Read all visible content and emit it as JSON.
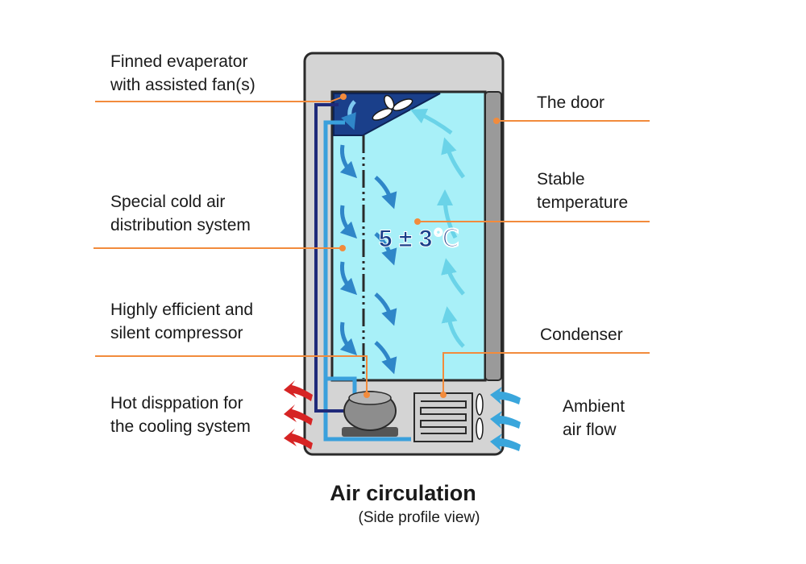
{
  "labels": {
    "evaporator": [
      "Finned evaperator",
      "with assisted fan(s)"
    ],
    "distribution": [
      "Special cold air",
      "distribution system"
    ],
    "compressor": [
      "Highly efficient and",
      "silent compressor"
    ],
    "hot": [
      "Hot disppation for",
      "the cooling system"
    ],
    "door": [
      "The door"
    ],
    "stable": [
      "Stable",
      "temperature"
    ],
    "condenser": [
      "Condenser"
    ],
    "ambient": [
      "Ambient",
      "air flow"
    ]
  },
  "temperature": "5 ± 3℃",
  "title": "Air circulation",
  "subtitle": "(Side profile view)",
  "colors": {
    "leader_line": "#f28b3c",
    "cabinet": "#d4d4d4",
    "interior": "#a8f0f8",
    "evaporator": "#1a3f8a",
    "cold_arrow": "#2f86c8",
    "hot_arrow": "#d62424",
    "ambient_arrow": "#3aa6dc",
    "refrigerant_line": "#3aa0dc"
  },
  "icons": [
    "fan-icon",
    "compressor-icon",
    "condenser-coil-icon",
    "hot-air-arrow-icon",
    "ambient-air-arrow-icon",
    "cold-air-arrow-icon"
  ]
}
